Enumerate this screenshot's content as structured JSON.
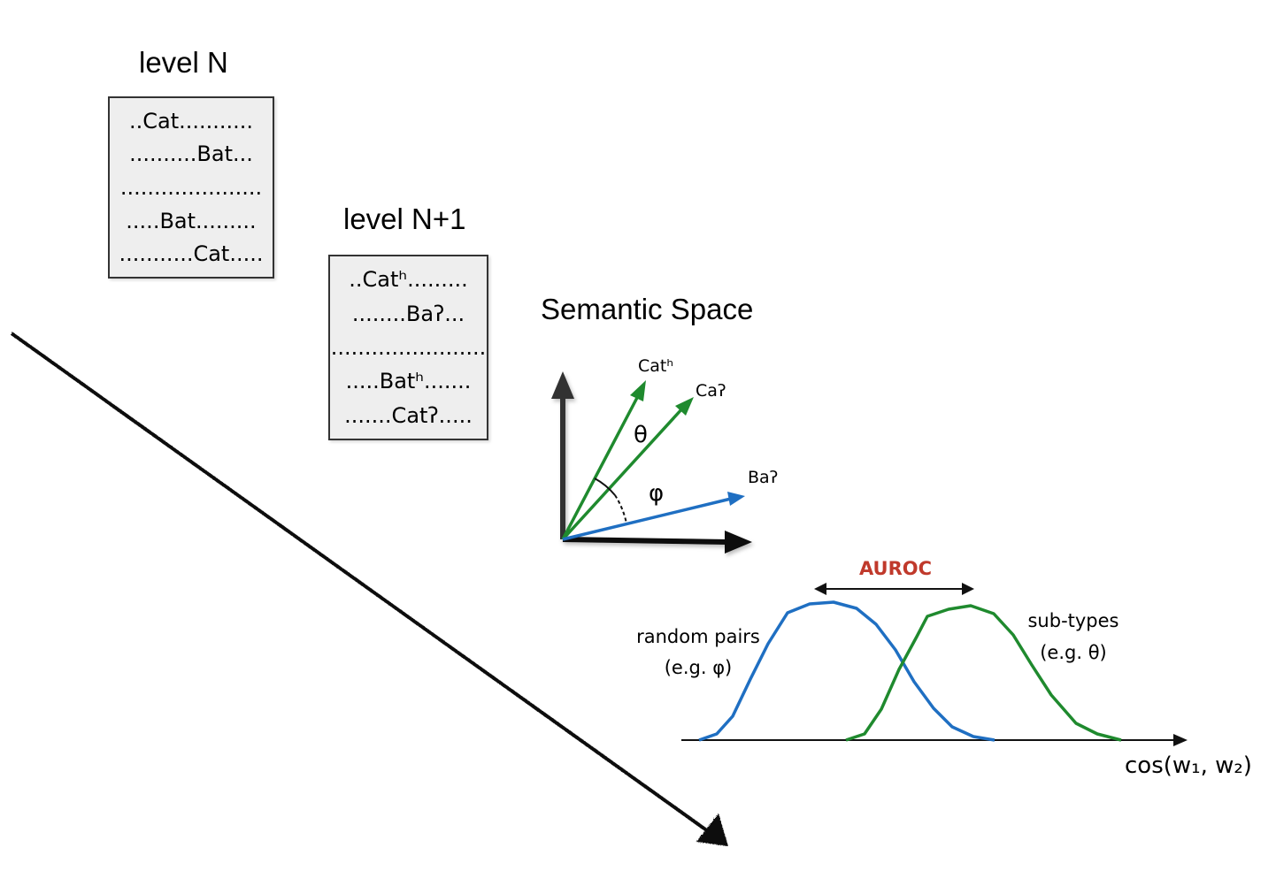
{
  "level_n": {
    "title": "level N",
    "lines": [
      "..Cat...........",
      "..........Bat...",
      ".....................",
      ".....Bat.........",
      "...........Cat....."
    ]
  },
  "level_n1": {
    "title": "level N+1",
    "lines": [
      "..Catʰ.........",
      "........Baʔ...",
      ".......................",
      ".....Batʰ.......",
      ".......Catʔ....."
    ]
  },
  "semantic_space": {
    "title": "Semantic Space",
    "vectors": [
      {
        "label": "Catʰ",
        "color": "#1f8a2e"
      },
      {
        "label": "Caʔ",
        "color": "#1f8a2e"
      },
      {
        "label": "Baʔ",
        "color": "#1f6fc2"
      }
    ],
    "angle_labels": [
      "θ",
      "φ"
    ]
  },
  "distribution": {
    "auroc_label": "AUROC",
    "auroc_color": "#c0392b",
    "left_label": [
      "random pairs",
      "(e.g. φ)"
    ],
    "right_label": [
      "sub-types",
      "(e.g. θ)"
    ],
    "axis_label": "cos(w₁, w₂)",
    "left_color": "#1f6fc2",
    "right_color": "#1f8a2e"
  }
}
